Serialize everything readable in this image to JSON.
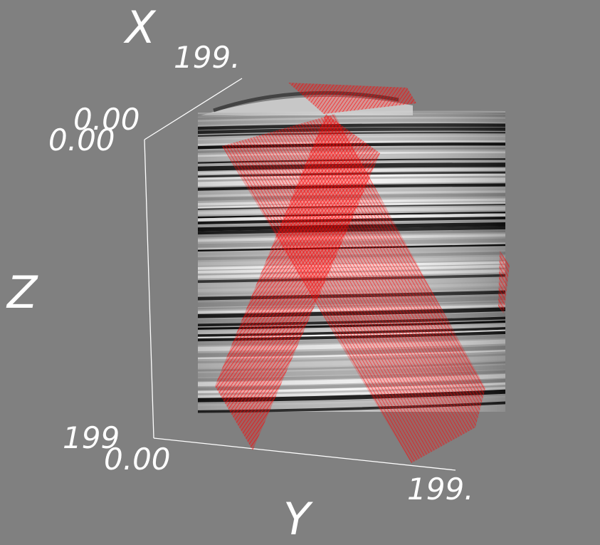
{
  "axes": {
    "x": {
      "name": "X",
      "tick_min": "0.00",
      "tick_max": "199."
    },
    "y": {
      "name": "Y",
      "tick_min": "0.00",
      "tick_max": "199."
    },
    "z": {
      "name": "Z",
      "tick_min": "0.00",
      "tick_max": "199"
    }
  },
  "colors": {
    "background": "#808080",
    "axis_lines": "#ffffff",
    "labels": "#ffffff",
    "slice_planes": "#ff0000"
  }
}
